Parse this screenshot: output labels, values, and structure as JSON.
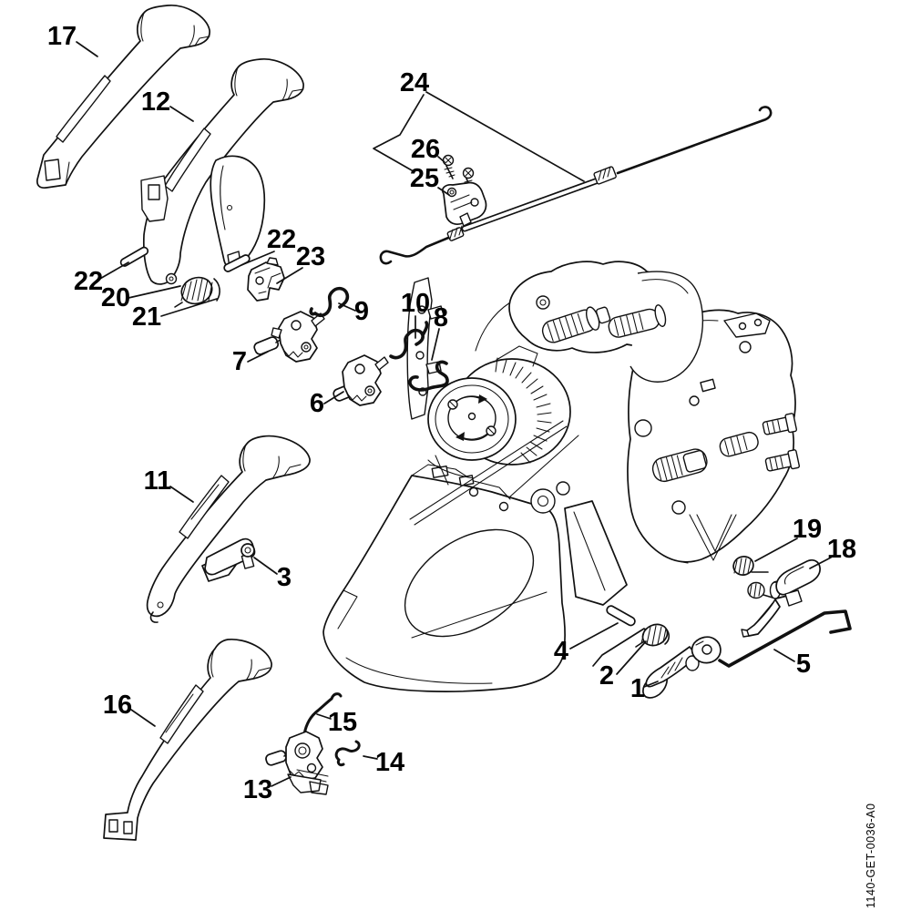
{
  "diagram": {
    "doc_number": "1140-GET-0036-A0",
    "colors": {
      "background": "#ffffff",
      "line": "#111111"
    },
    "labels": {
      "l17": "17",
      "l12": "12",
      "l24": "24",
      "l26": "26",
      "l25": "25",
      "l22a": "22",
      "l20": "20",
      "l21": "21",
      "l22b": "22",
      "l23": "23",
      "l9": "9",
      "l10": "10",
      "l8": "8",
      "l7": "7",
      "l6": "6",
      "l11": "11",
      "l3": "3",
      "l19": "19",
      "l18": "18",
      "l4": "4",
      "l2": "2",
      "l1": "1",
      "l5": "5",
      "l16": "16",
      "l15": "15",
      "l13": "13",
      "l14": "14"
    }
  }
}
